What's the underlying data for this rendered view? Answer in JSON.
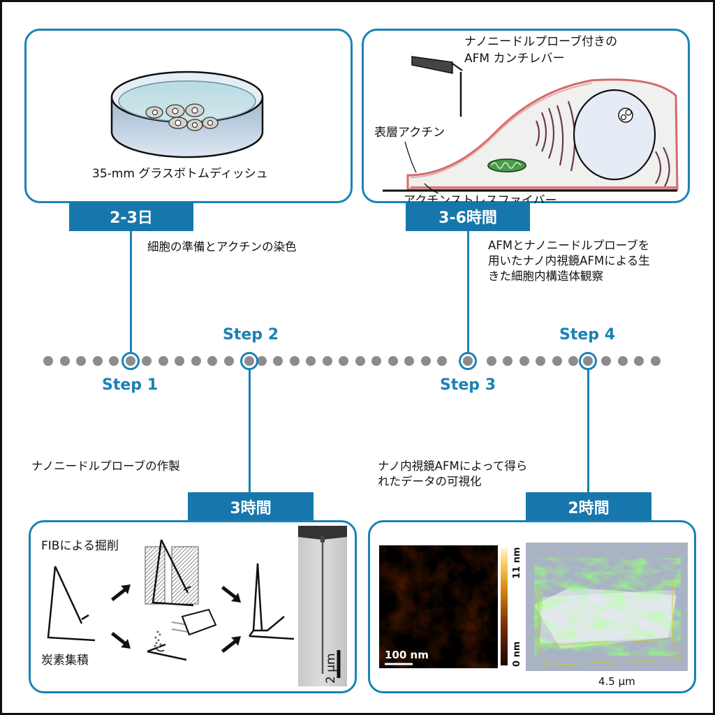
{
  "panels": {
    "dish": {
      "caption": "35-mm グラスボトムディッシュ"
    },
    "cell": {
      "cantilever_label_line1": "ナノニードルプローブ付きの",
      "cantilever_label_line2": "AFM カンチレバー",
      "cortex_label": "表層アクチン",
      "fiber_label": "アクチンストレスファイバー"
    },
    "probe": {
      "fib_label": "FIBによる掘削",
      "carbon_label": "炭素集積",
      "scale_label": "2 µm"
    },
    "data": {
      "scale_100": "100 nm",
      "colorbar_max": "11 nm",
      "colorbar_min": "0 nm",
      "width_label": "4.5 µm"
    }
  },
  "tabs": {
    "t1": "2-3日",
    "t2": "3-6時間",
    "t3": "3時間",
    "t4": "2時間"
  },
  "descriptions": {
    "d1": "細胞の準備とアクチンの染色",
    "d3": "AFMとナノニードルプローブを\n用いたナノ内視鏡AFMによる生\nきた細胞内構造体観察",
    "d2": "ナノニードルプローブの作製",
    "d4": "ナノ内視鏡AFMによって得ら\nれたデータの可視化"
  },
  "steps": {
    "s1": "Step 1",
    "s2": "Step 2",
    "s3": "Step 3",
    "s4": "Step 4"
  },
  "colors": {
    "accent": "#1a82b5",
    "tab": "#1777ac",
    "dot": "#8c8c8c"
  }
}
